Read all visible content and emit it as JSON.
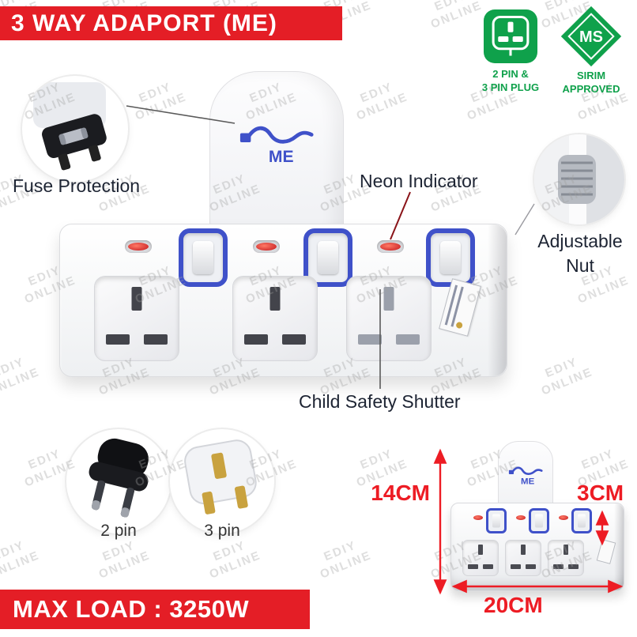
{
  "title_banner": {
    "text": "3 WAY ADAPORT (ME)"
  },
  "badges": {
    "plug_badge": {
      "line1": "2 PIN &",
      "line2": "3 PIN PLUG"
    },
    "sirim_badge": {
      "logo_text": "MS",
      "line1": "SIRIM",
      "line2": "APPROVED"
    }
  },
  "product": {
    "logo_text": "ME"
  },
  "callouts": {
    "fuse": "Fuse Protection",
    "neon": "Neon Indicator",
    "nut_line1": "Adjustable",
    "nut_line2": "Nut",
    "shutter": "Child Safety Shutter",
    "two_pin": "2 pin",
    "three_pin": "3 pin"
  },
  "dimensions": {
    "height": "14CM",
    "depth": "3CM",
    "width": "20CM"
  },
  "max_load_banner": {
    "text": "MAX LOAD : 3250W"
  },
  "watermark": {
    "line1": "EDIY",
    "line2": "ONLINE"
  },
  "colors": {
    "banner_red": "#e41e26",
    "badge_green": "#0fa14b",
    "dimension_red": "#ed1c24",
    "switch_blue": "#3f51c9",
    "label_text": "#1d2433"
  }
}
